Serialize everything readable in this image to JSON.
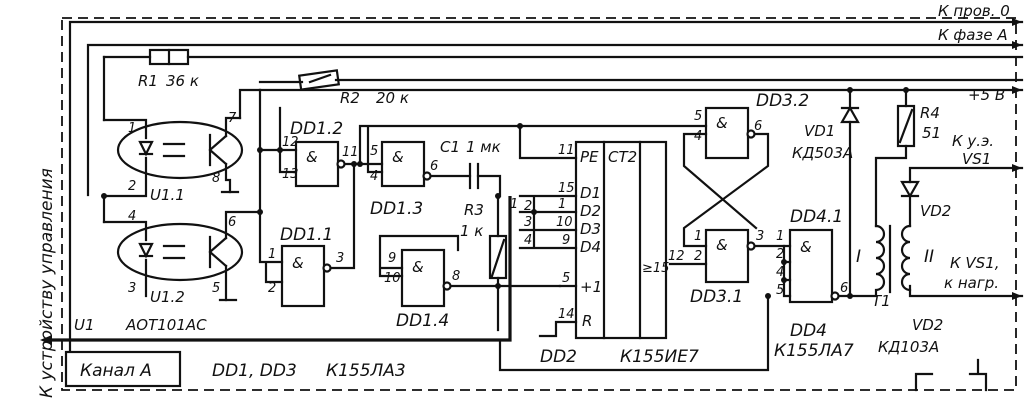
{
  "labels": {
    "k_prov0": "К пров. 0",
    "k_faze_a": "К фазе А",
    "plus5v": "+5 В",
    "k_ue_vs1_1": "К у.э.",
    "k_ue_vs1_2": "VS1",
    "k_vs1_1": "К VS1,",
    "k_vs1_2": "к нагр.",
    "control": "К устройству управления",
    "channel": "Канал А",
    "dd_types": "DD1, DD3",
    "dd_type_code": "К155ЛА3",
    "dd2": "DD2",
    "dd2_type": "К155ИЕ7",
    "dd4": "DD4",
    "dd4_type": "К155ЛА7",
    "u1": "U1",
    "u1_type": "АОТ101АС",
    "u1_1": "U1.1",
    "u1_2": "U1.2",
    "r1": "R1",
    "r1_val": "36 к",
    "r2": "R2",
    "r2_val": "20 к",
    "r3": "R3",
    "r3_val": "1 к",
    "r4": "R4",
    "r4_val": "51",
    "c1": "C1",
    "c1_val": "1 мк",
    "vd1": "VD1",
    "vd1_type": "КД503А",
    "vd2": "VD2",
    "vd2_type": "КД103А",
    "t1": "T1",
    "wind1": "I",
    "wind2": "II",
    "dd1_1": "DD1.1",
    "dd1_2": "DD1.2",
    "dd1_3": "DD1.3",
    "dd1_4": "DD1.4",
    "dd3_1": "DD3.1",
    "dd3_2": "DD3.2",
    "dd4_1": "DD4.1",
    "and_sym": "&",
    "ct2": "СТ2",
    "pe": "PE",
    "d1": "D1",
    "d2": "D2",
    "d3": "D3",
    "d4": "D4",
    "plus1": "+1",
    "r_in": "R",
    "ge15": "≥15"
  },
  "pins": {
    "p1": "1",
    "p2": "2",
    "p3": "3",
    "p4": "4",
    "p5": "5",
    "p6": "6",
    "p7": "7",
    "p8": "8",
    "p9": "9",
    "p10": "10",
    "p11": "11",
    "p12": "12",
    "p13": "13",
    "p14": "14",
    "p15": "15"
  }
}
